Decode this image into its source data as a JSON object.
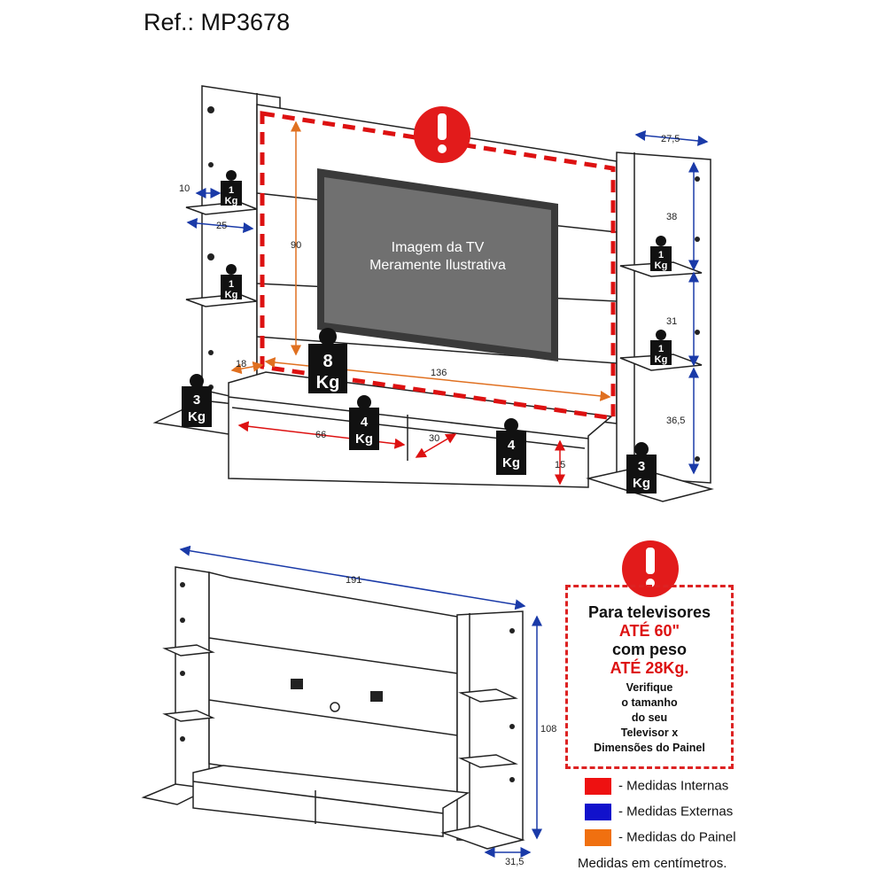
{
  "ref": "Ref.: MP3678",
  "tv_label": [
    "Imagem da TV",
    "Meramente Ilustrativa"
  ],
  "top_dims": {
    "d10": "10",
    "d25": "25",
    "d90": "90",
    "d18": "18",
    "d136": "136",
    "d66": "66",
    "d30": "30",
    "d15": "15",
    "d27_5": "27,5",
    "d38": "38",
    "d31": "31",
    "d36_5": "36,5"
  },
  "bottom_dims": {
    "d191": "191",
    "d108": "108",
    "d31_5": "31,5"
  },
  "weights": {
    "shelf_left_top": [
      "1",
      "Kg"
    ],
    "shelf_left_mid": [
      "1",
      "Kg"
    ],
    "shelf_right_top": [
      "1",
      "Kg"
    ],
    "shelf_right_mid": [
      "1",
      "Kg"
    ],
    "tv_top": [
      "8",
      "Kg"
    ],
    "base_left": [
      "3",
      "Kg"
    ],
    "base_mid": [
      "4",
      "Kg"
    ],
    "base_right_mid": [
      "4",
      "Kg"
    ],
    "base_right": [
      "3",
      "Kg"
    ]
  },
  "warning": {
    "line1": "Para televisores",
    "line2": "ATÉ 60\"",
    "line3": "com peso",
    "line4": "ATÉ 28Kg.",
    "small": [
      "Verifique",
      "o tamanho",
      "do seu",
      "Televisor x",
      "Dimensões do Painel"
    ]
  },
  "legend": [
    {
      "label": "- Medidas Internas",
      "color": "#e11"
    },
    {
      "label": "- Medidas Externas",
      "color": "#11c"
    },
    {
      "label": "- Medidas do Painel",
      "color": "#f07010"
    }
  ],
  "note": "Medidas em centímetros.",
  "colors": {
    "internal": "#d11",
    "external": "#1a3aa8",
    "panel": "#e07020"
  }
}
